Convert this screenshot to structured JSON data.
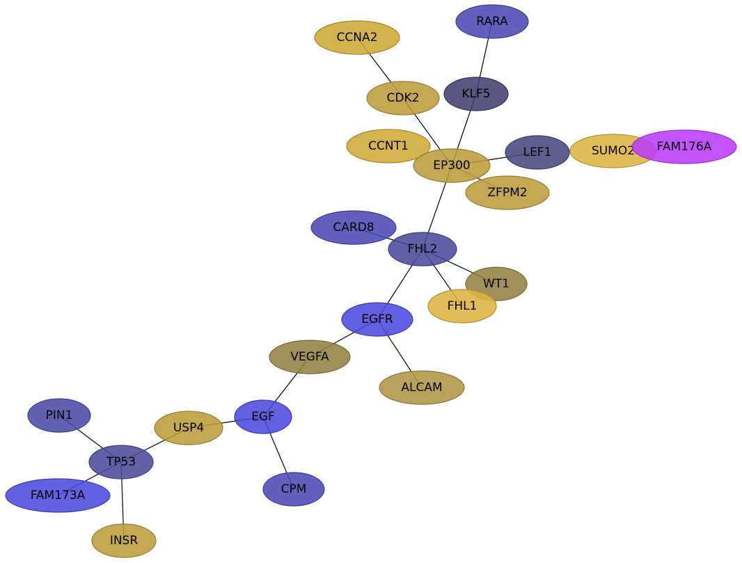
{
  "nodes": [
    {
      "id": "RARA",
      "label": "RARA",
      "color": "#4b4bb4"
    },
    {
      "id": "CCNA2",
      "label": "CCNA2",
      "color": "#cda834"
    },
    {
      "id": "KLF5",
      "label": "KLF5",
      "color": "#444070"
    },
    {
      "id": "CDK2",
      "label": "CDK2",
      "color": "#bc9c3c"
    },
    {
      "id": "CCNT1",
      "label": "CCNT1",
      "color": "#cfaa38"
    },
    {
      "id": "LEF1",
      "label": "LEF1",
      "color": "#484882"
    },
    {
      "id": "SUMO2",
      "label": "SUMO2",
      "color": "#dcb440"
    },
    {
      "id": "FAM176A",
      "label": "FAM176A",
      "color": "#bb3cfa"
    },
    {
      "id": "EP300",
      "label": "EP300",
      "color": "#bc9c3c"
    },
    {
      "id": "ZFPM2",
      "label": "ZFPM2",
      "color": "#bc9c3c"
    },
    {
      "id": "CARD8",
      "label": "CARD8",
      "color": "#4b4bb4"
    },
    {
      "id": "FHL2",
      "label": "FHL2",
      "color": "#4b4b9b"
    },
    {
      "id": "WT1",
      "label": "WT1",
      "color": "#958144"
    },
    {
      "id": "FHL1",
      "label": "FHL1",
      "color": "#dcb440"
    },
    {
      "id": "EGFR",
      "label": "EGFR",
      "color": "#4b4bde"
    },
    {
      "id": "VEGFA",
      "label": "VEGFA",
      "color": "#958144"
    },
    {
      "id": "ALCAM",
      "label": "ALCAM",
      "color": "#ae9645"
    },
    {
      "id": "PIN1",
      "label": "PIN1",
      "color": "#4b4baa"
    },
    {
      "id": "USP4",
      "label": "USP4",
      "color": "#bc9c3c"
    },
    {
      "id": "EGF",
      "label": "EGF",
      "color": "#4b4bde"
    },
    {
      "id": "TP53",
      "label": "TP53",
      "color": "#4b4b9b"
    },
    {
      "id": "FAM173A",
      "label": "FAM173A",
      "color": "#4b4bde"
    },
    {
      "id": "CPM",
      "label": "CPM",
      "color": "#4b4bb4"
    },
    {
      "id": "INSR",
      "label": "INSR",
      "color": "#bc9c3c"
    }
  ],
  "edges": [
    [
      "RARA",
      "KLF5"
    ],
    [
      "CCNA2",
      "CDK2"
    ],
    [
      "CDK2",
      "EP300"
    ],
    [
      "KLF5",
      "EP300"
    ],
    [
      "EP300",
      "LEF1"
    ],
    [
      "EP300",
      "ZFPM2"
    ],
    [
      "EP300",
      "FHL2"
    ],
    [
      "CARD8",
      "FHL2"
    ],
    [
      "FHL2",
      "WT1"
    ],
    [
      "FHL2",
      "FHL1"
    ],
    [
      "FHL2",
      "EGFR"
    ],
    [
      "EGFR",
      "VEGFA"
    ],
    [
      "EGFR",
      "ALCAM"
    ],
    [
      "VEGFA",
      "EGF"
    ],
    [
      "EGF",
      "USP4"
    ],
    [
      "EGF",
      "CPM"
    ],
    [
      "USP4",
      "TP53"
    ],
    [
      "PIN1",
      "TP53"
    ],
    [
      "TP53",
      "FAM173A"
    ],
    [
      "TP53",
      "INSR"
    ]
  ]
}
